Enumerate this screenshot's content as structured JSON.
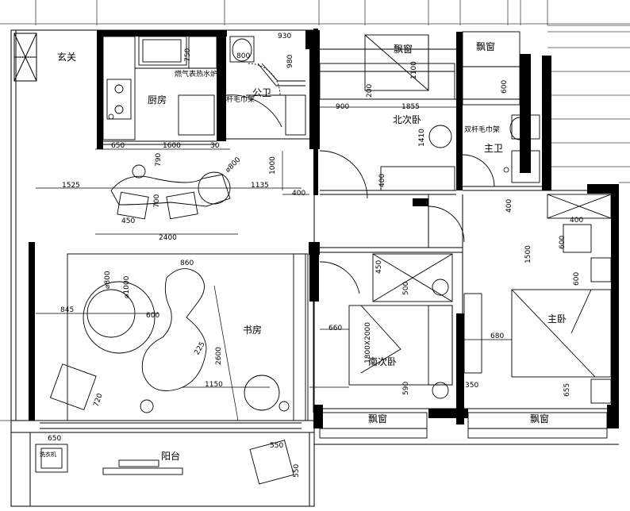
{
  "rooms": {
    "entry": "玄关",
    "kitchen": "厨房",
    "public_bath": "公卫",
    "north_bedroom": "北次卧",
    "master_bath": "主卫",
    "study": "书房",
    "south_bedroom": "南次卧",
    "master_bedroom": "主卧",
    "balcony": "阳台",
    "bay_window_nw": "飘窗",
    "bay_window_ne": "飘窗",
    "bay_window_s1": "飘窗",
    "bay_window_s2": "飘窗"
  },
  "labels": {
    "kitchen_note": "燃气表热水炉",
    "towel_rack_1": "双杆毛巾架",
    "towel_rack_2": "双杆毛巾架",
    "bed_size": "1800X2000",
    "washer": "洗衣机"
  },
  "dimensions": {
    "d650_kitchen": "650",
    "d1600": "1600",
    "d30": "30",
    "d930": "930",
    "d800_wc": "800",
    "d980": "980",
    "d750": "750",
    "d1525": "1525",
    "d790": "790",
    "d800_round": "⌀800",
    "d1000_h": "1000",
    "d1135": "1135",
    "d400_a": "400",
    "d700": "700",
    "d450_a": "450",
    "d2400": "2400",
    "d860": "860",
    "d800_circle": "⌀800",
    "d1000_circle": "⌀1000",
    "d845": "845",
    "d600_a": "600",
    "d225": "225",
    "d2600": "2600",
    "d1150": "1150",
    "d720": "720",
    "d900": "900",
    "d1855": "1855",
    "d200": "200",
    "d1100": "1100",
    "d1410": "1410",
    "d400_b": "400",
    "d600_mb": "600",
    "d450_b": "450",
    "d500": "500",
    "d660": "660",
    "d590": "590",
    "d680": "680",
    "d350": "350",
    "d400_mb": "400",
    "d400_c": "400",
    "d600_c": "600",
    "d1500": "1500",
    "d600_d": "600",
    "d655": "655",
    "d650_balcony": "650",
    "d550_a": "550",
    "d550_b": "550"
  }
}
